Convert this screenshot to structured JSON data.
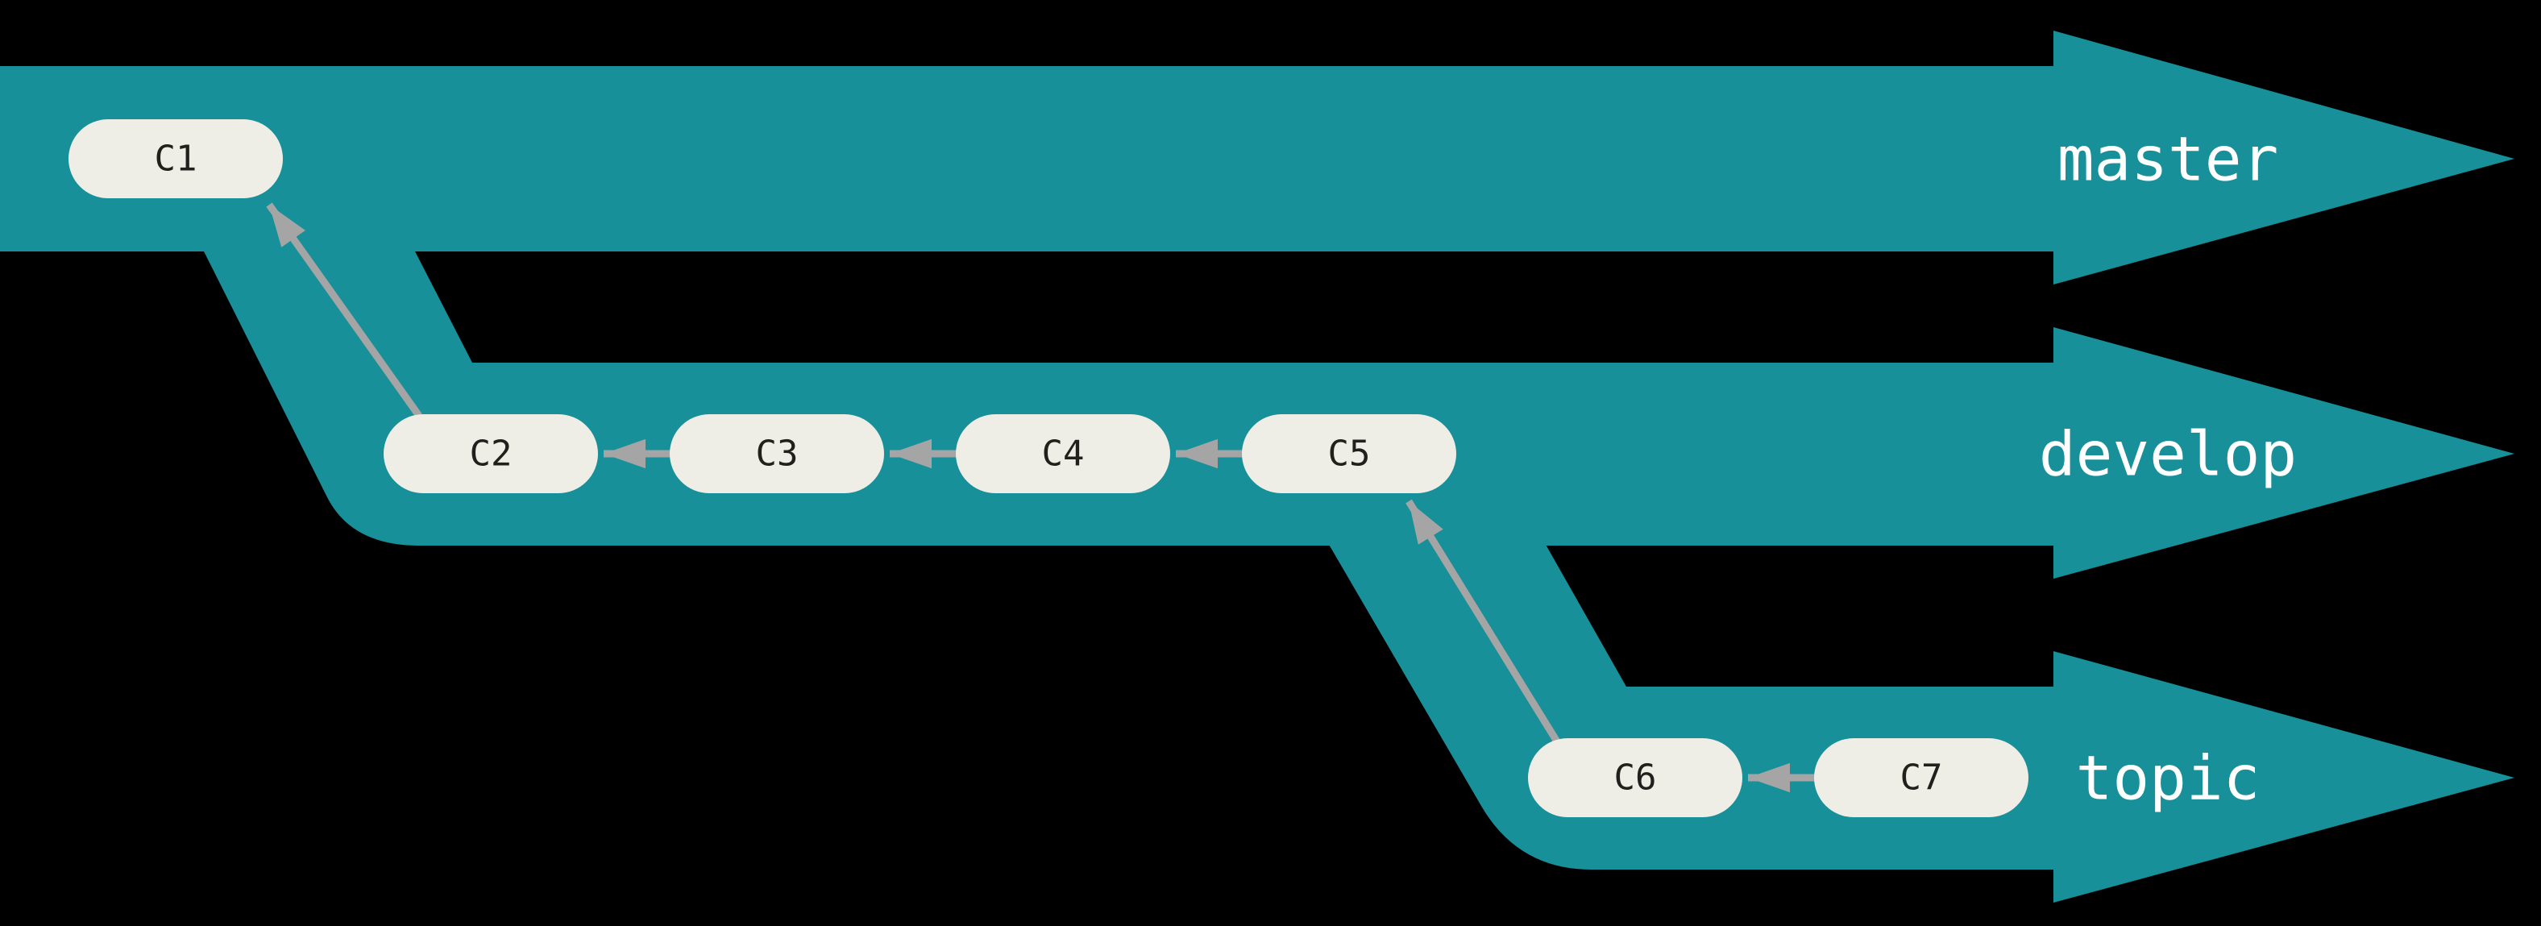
{
  "branches": [
    {
      "name": "master",
      "commits": [
        "C1"
      ]
    },
    {
      "name": "develop",
      "commits": [
        "C2",
        "C3",
        "C4",
        "C5"
      ]
    },
    {
      "name": "topic",
      "commits": [
        "C6",
        "C7"
      ]
    }
  ],
  "edges": [
    {
      "from": "C2",
      "to": "C1"
    },
    {
      "from": "C3",
      "to": "C2"
    },
    {
      "from": "C4",
      "to": "C3"
    },
    {
      "from": "C5",
      "to": "C4"
    },
    {
      "from": "C6",
      "to": "C5"
    },
    {
      "from": "C7",
      "to": "C6"
    }
  ],
  "colors": {
    "background": "#000000",
    "lane": "#17909A",
    "node_fill": "#EFEEE6",
    "node_text": "#21201C",
    "arrow": "#A5A5A5",
    "label_text": "#FFFFFF"
  }
}
